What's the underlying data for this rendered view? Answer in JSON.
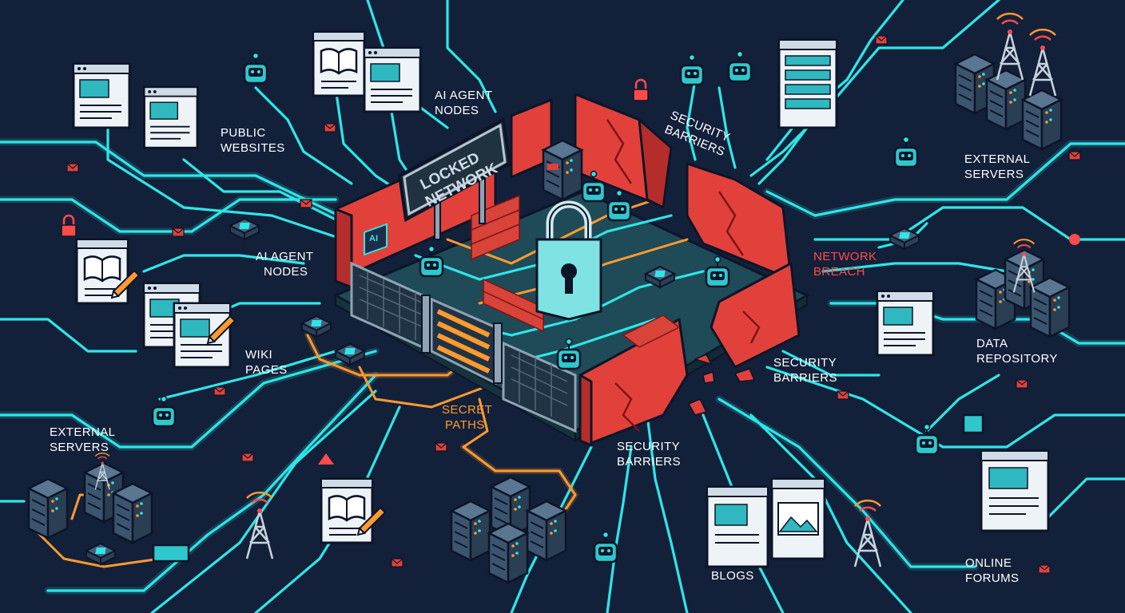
{
  "labels": {
    "public_websites": [
      "PUBLIC",
      "WEBSITES"
    ],
    "ai_agent_nodes_top": [
      "AI AGENT",
      "NODES"
    ],
    "ai_agent_nodes_left": [
      "AI AGENT",
      "NODES"
    ],
    "wiki_pages": [
      "WIKI",
      "PAGES"
    ],
    "external_servers_left": [
      "EXTERNAL",
      "SERVERS"
    ],
    "external_servers_right": [
      "EXTERNAL",
      "SERVERS"
    ],
    "security_barriers_top": [
      "SECURITY",
      "BARRIERS"
    ],
    "security_barriers_right": [
      "SECURITY",
      "BARRIERS"
    ],
    "security_barriers_bottom": [
      "SECURITY",
      "BARRIERS"
    ],
    "network_breach": [
      "NETWORK",
      "BREACH"
    ],
    "data_repository": [
      "DATA",
      "REPOSITORY"
    ],
    "secret_paths": [
      "SECRET",
      "PATHS"
    ],
    "blogs": "BLOGS",
    "online_forums": [
      "ONLINE",
      "FORUMS"
    ],
    "sign": [
      "LOCKED",
      "NETWORK"
    ],
    "ai_chip": "AI"
  },
  "colors": {
    "background": "#13203a",
    "trace_cyan": "#2ee6e6",
    "trace_orange": "#ff9a2e",
    "wall_red": "#e2413b",
    "breach_red": "#ff4a4a",
    "floor": "#1f4a57",
    "lock": "#7fe3e3"
  },
  "icons": [
    "browser-window-icon",
    "book-page-icon",
    "robot-icon",
    "server-rack-icon",
    "radio-tower-icon",
    "padlock-icon",
    "envelope-icon",
    "chip-icon",
    "brick-wall-icon",
    "image-icon"
  ]
}
